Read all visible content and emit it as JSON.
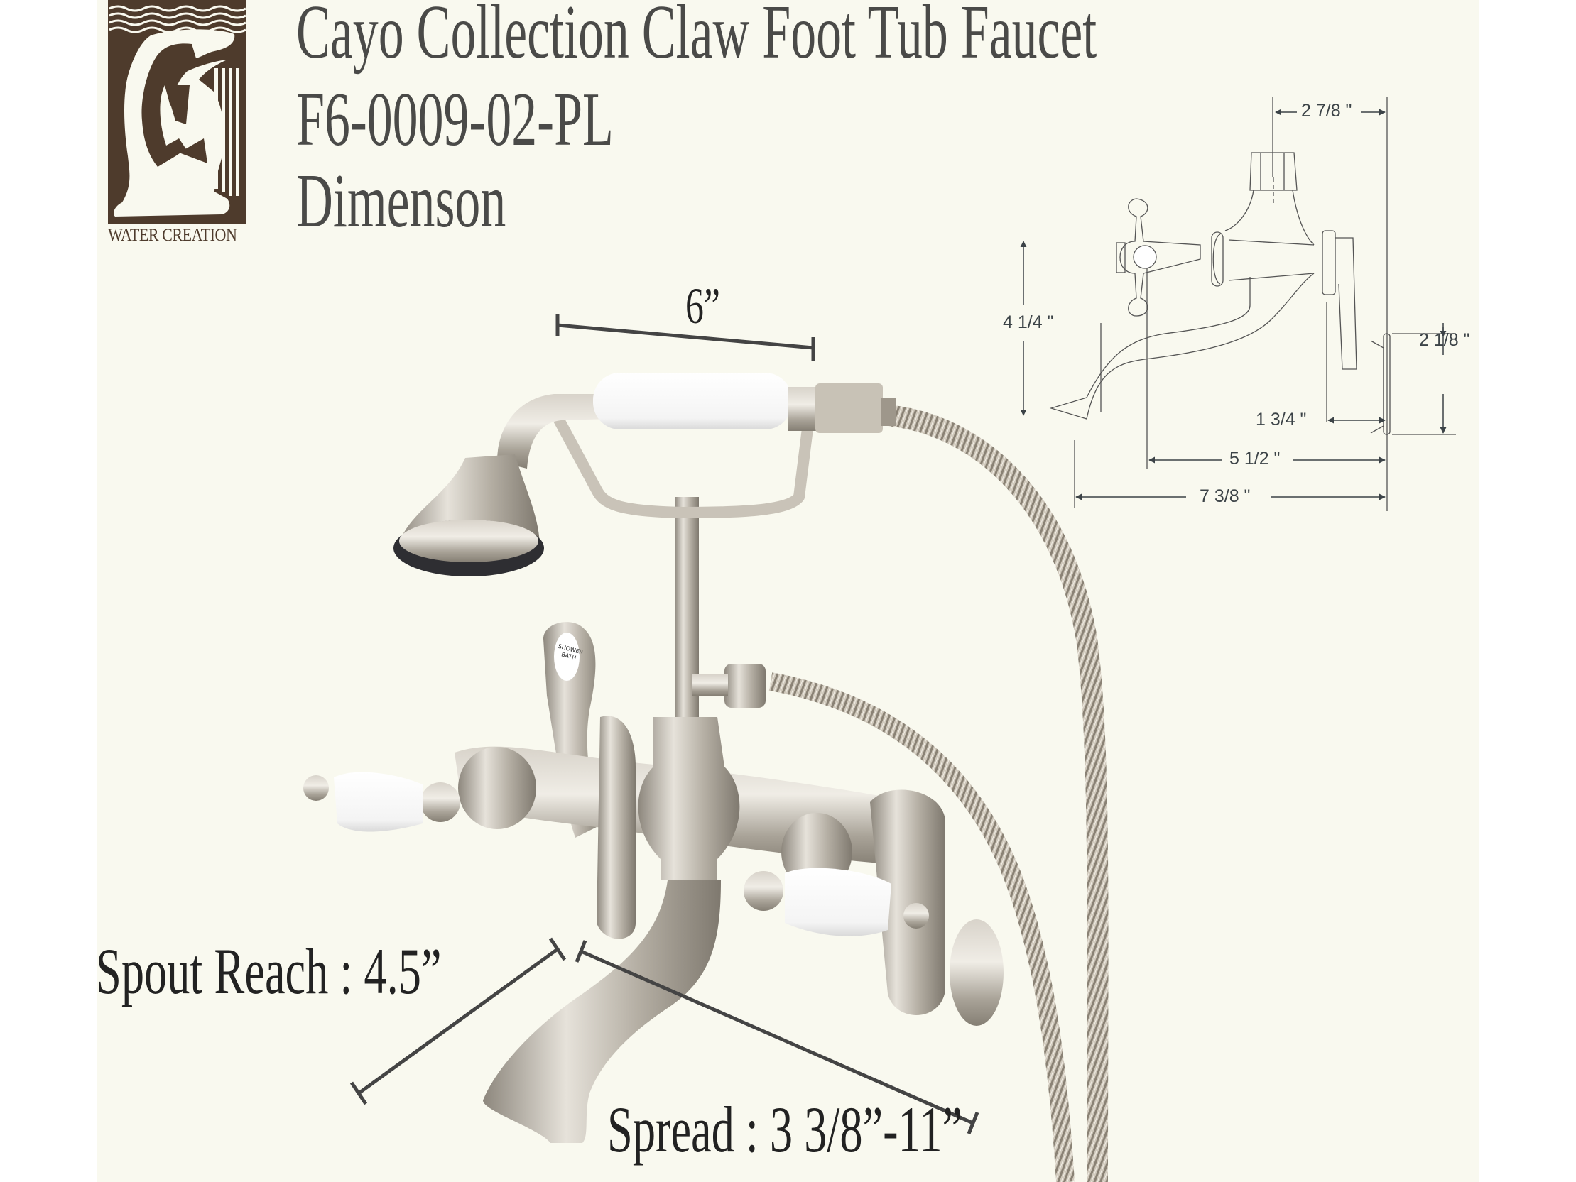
{
  "brand": {
    "name": "WATER CREATION",
    "logo_icon": "kneeling-figure-with-harp-logo",
    "logo_color": "#4e3b2c"
  },
  "header": {
    "title": "Cayo Collection Claw Foot Tub Faucet",
    "model": "F6-0009-02-PL",
    "subtitle": "Dimenson"
  },
  "product_photo": {
    "description": "brushed nickel wall-mount claw foot tub faucet with hand shower, porcelain lever handles and flexible hose",
    "diverter_label": [
      "SHOWER",
      "BATH"
    ],
    "callouts": {
      "handshower_width": "6”",
      "spout_reach": "Spout Reach : 4.5”",
      "spread": "Spread : 3 3/8”-11”"
    }
  },
  "technical_drawing": {
    "dimensions": {
      "top_width": "2 7/8 \"",
      "height": "4 1/4 \"",
      "flange_height": "2 1/8 \"",
      "wall_offset": "1 3/4 \"",
      "handle_to_wall": "5 1/2 \"",
      "overall_reach": "7 3/8 \""
    }
  },
  "colors": {
    "background": "#f9f9ef",
    "text": "#4a4a48",
    "dimension_line": "#3c4347",
    "nickel": "#b9b3a8",
    "porcelain": "#ffffff"
  }
}
